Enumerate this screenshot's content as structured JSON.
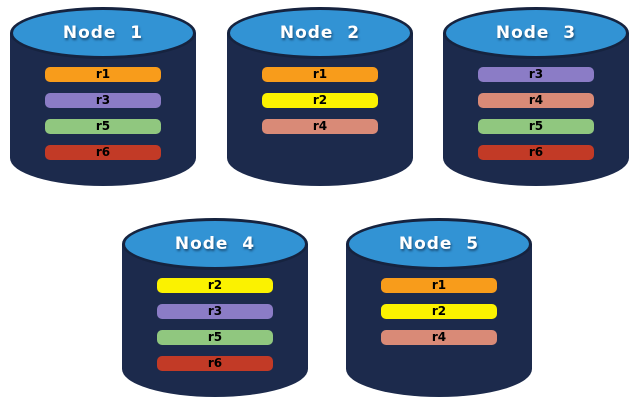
{
  "canvas": {
    "background": "#FFFFFF"
  },
  "colors": {
    "cylinder_top": "#3293D4",
    "cylinder_body": "#1C2A4C",
    "cylinder_outline": "#16233F",
    "title_text": "#FFFFFF",
    "bar_text": "#000000",
    "replica_r1": "#F89C1B",
    "replica_r2": "#FBF200",
    "replica_r3": "#8B7CC6",
    "replica_r4": "#D98A77",
    "replica_r5": "#90C77F",
    "replica_r6": "#C23A26"
  },
  "nodes": [
    {
      "title": "Node  1",
      "replicas": [
        {
          "label": "r1",
          "color": "#F89C1B"
        },
        {
          "label": "r3",
          "color": "#8B7CC6"
        },
        {
          "label": "r5",
          "color": "#90C77F"
        },
        {
          "label": "r6",
          "color": "#C23A26"
        }
      ]
    },
    {
      "title": "Node  2",
      "replicas": [
        {
          "label": "r1",
          "color": "#F89C1B"
        },
        {
          "label": "r2",
          "color": "#FBF200"
        },
        {
          "label": "r4",
          "color": "#D98A77"
        }
      ]
    },
    {
      "title": "Node  3",
      "replicas": [
        {
          "label": "r3",
          "color": "#8B7CC6"
        },
        {
          "label": "r4",
          "color": "#D98A77"
        },
        {
          "label": "r5",
          "color": "#90C77F"
        },
        {
          "label": "r6",
          "color": "#C23A26"
        }
      ]
    },
    {
      "title": "Node  4",
      "replicas": [
        {
          "label": "r2",
          "color": "#FBF200"
        },
        {
          "label": "r3",
          "color": "#8B7CC6"
        },
        {
          "label": "r5",
          "color": "#90C77F"
        },
        {
          "label": "r6",
          "color": "#C23A26"
        }
      ]
    },
    {
      "title": "Node  5",
      "replicas": [
        {
          "label": "r1",
          "color": "#F89C1B"
        },
        {
          "label": "r2",
          "color": "#FBF200"
        },
        {
          "label": "r4",
          "color": "#D98A77"
        }
      ]
    }
  ]
}
